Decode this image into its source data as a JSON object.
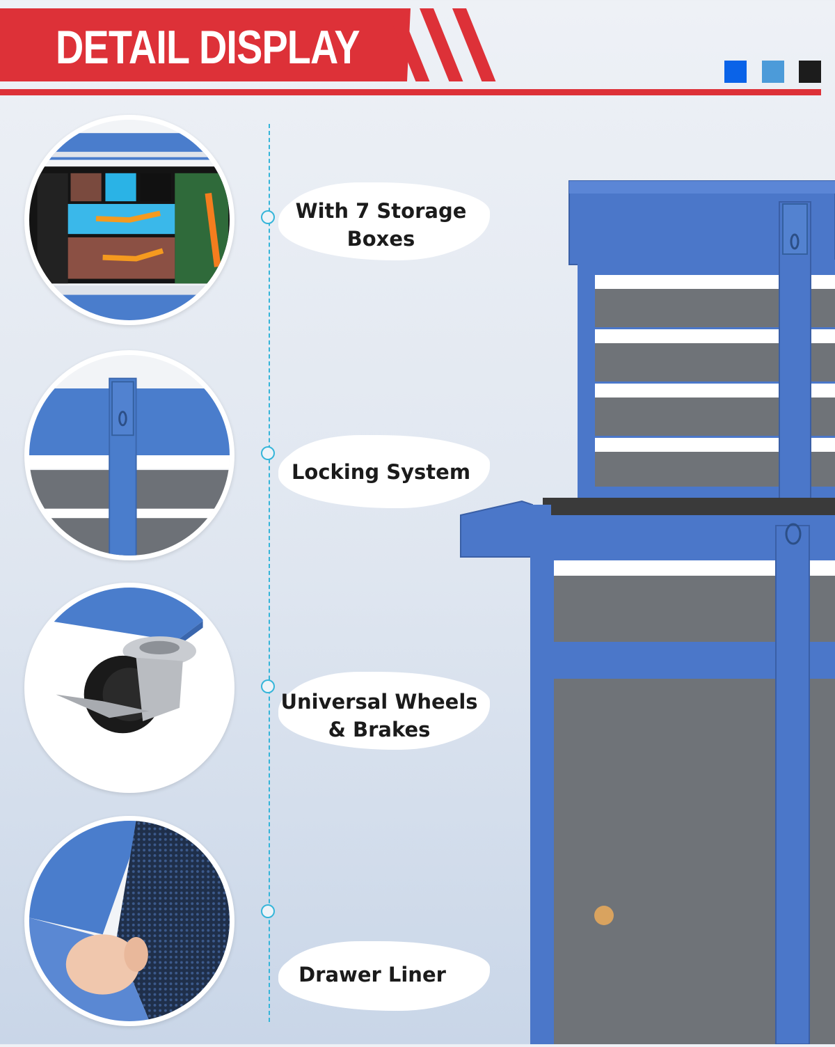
{
  "header": {
    "title": "DETAIL DISPLAY"
  },
  "color_options": [
    {
      "name": "blue",
      "color": "#0a63e8"
    },
    {
      "name": "light-blue",
      "color": "#4c9bd9"
    },
    {
      "name": "black",
      "color": "#1c1c1c"
    }
  ],
  "features": [
    {
      "label": "With 7 Storage\nBoxes",
      "icon": "storage-boxes-closeup"
    },
    {
      "label": "Locking System",
      "icon": "lock-hasp-closeup"
    },
    {
      "label": "Universal Wheels\n& Brakes",
      "icon": "caster-wheel-closeup"
    },
    {
      "label": "Drawer Liner",
      "icon": "drawer-liner-closeup"
    }
  ],
  "colors": {
    "accent_red": "#dd3138",
    "cabinet_blue": "#4b77c9",
    "drawer_gray": "#6f7378",
    "timeline_cyan": "#35b5d9"
  }
}
